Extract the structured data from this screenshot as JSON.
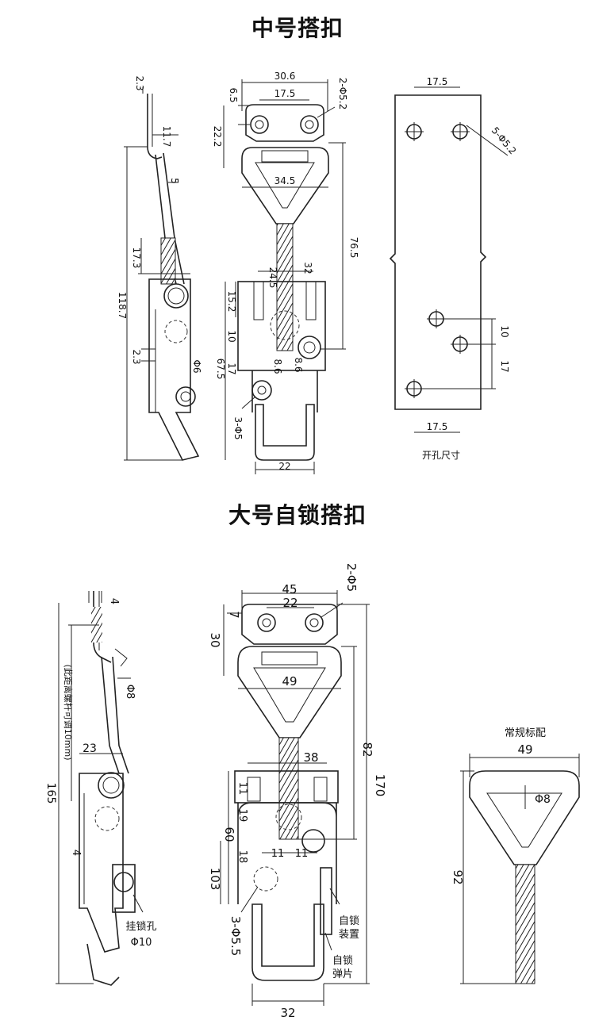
{
  "titles": {
    "medium": "中号搭扣",
    "large": "大号自锁搭扣"
  },
  "medium": {
    "side": {
      "d1": "2.3",
      "d2": "11.7",
      "d3": "5",
      "d4": "17.3",
      "d5": "118.7",
      "d6": "2.3",
      "d7": "Φ6"
    },
    "front": {
      "w1": "30.6",
      "w2": "17.5",
      "h1": "6.5",
      "holes": "2-Φ5.2",
      "h2": "22.2",
      "w3": "34.5",
      "h3": "76.5",
      "w4": "32",
      "h4": "24.5",
      "h5": "15.2",
      "h6": "10",
      "h7": "17",
      "h8": "67.5",
      "w5": "8.6",
      "w6": "8.6",
      "holes2": "3-Φ5",
      "w7": "22"
    },
    "drill": {
      "w1": "17.5",
      "holes": "5-Φ5.2",
      "h1": "10",
      "h2": "17",
      "w2": "17.5",
      "caption": "开孔尺寸"
    }
  },
  "large": {
    "side": {
      "d1": "4",
      "note": "(此距离螺杆可调10mm)",
      "d2": "Φ8",
      "d3": "23",
      "d4": "165",
      "d5": "4",
      "hole_label": "挂锁孔",
      "hole_dim": "Φ10"
    },
    "front": {
      "w1": "45",
      "w2": "22",
      "holes": "2-Φ5",
      "h1": "7",
      "h2": "30",
      "w3": "49",
      "h3": "82",
      "h4": "170",
      "w4": "38",
      "h5": "11",
      "h6": "19",
      "h7": "60",
      "h8": "18",
      "w5": "11",
      "w6": "11",
      "h9": "103",
      "holes2": "3-Φ5.5",
      "lock_device": "自锁\n装置",
      "lock_spring": "自锁\n弹片",
      "w7": "32"
    },
    "eye": {
      "caption": "常规标配",
      "w": "49",
      "d": "Φ8",
      "h": "92"
    }
  }
}
